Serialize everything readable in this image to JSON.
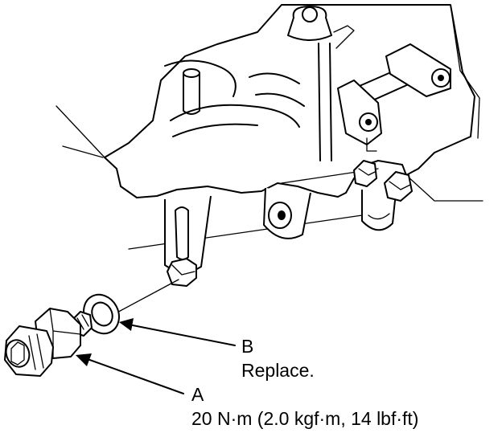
{
  "labels": {
    "part_b": {
      "letter": "B",
      "note": "Replace."
    },
    "part_a": {
      "letter": "A",
      "torque": "20 N·m (2.0 kgf·m, 14 lbf·ft)"
    }
  },
  "colors": {
    "line": "#000000",
    "background": "#ffffff"
  }
}
